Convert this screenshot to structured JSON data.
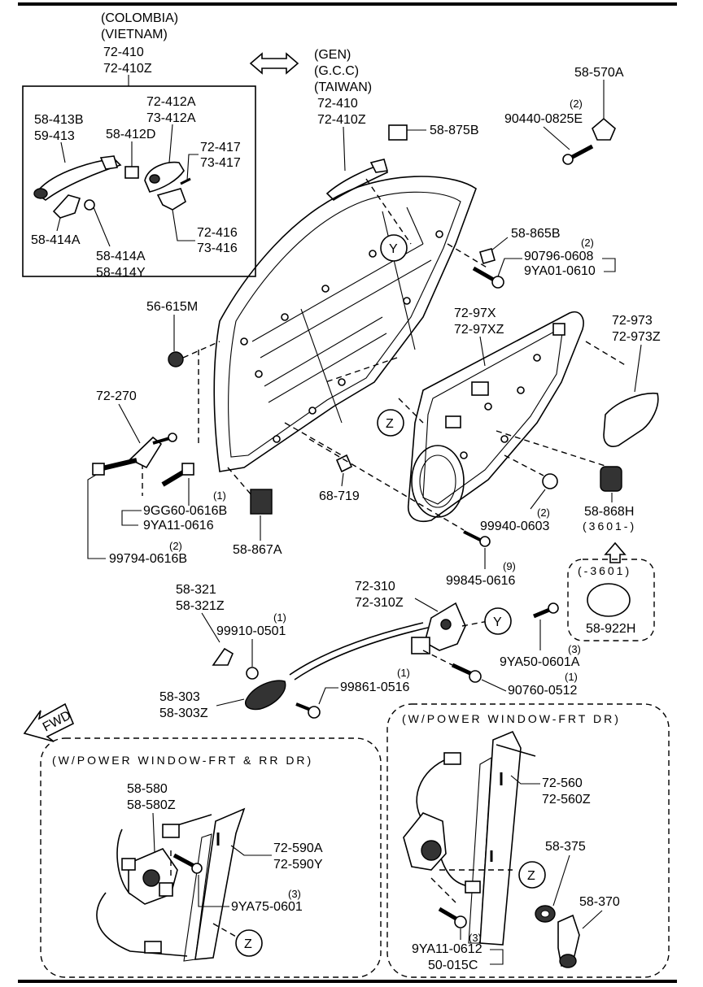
{
  "labels": {
    "region_colombia": "(COLOMBIA)",
    "region_vietnam": "(VIETNAM)",
    "handle_left_1": "72-410",
    "handle_left_2": "72-410Z",
    "region_gen": "(GEN)",
    "region_gcc": "(G.C.C)",
    "region_taiwan": "(TAIWAN)",
    "handle_right_1": "72-410",
    "handle_right_2": "72-410Z",
    "p58_413B": "58-413B",
    "p59_413": "59-413",
    "p58_412D": "58-412D",
    "p72_412A": "72-412A",
    "p73_412A": "73-412A",
    "p72_417": "72-417",
    "p73_417": "73-417",
    "p58_414A_a": "58-414A",
    "p58_414A_b": "58-414A",
    "p58_414Y": "58-414Y",
    "p72_416": "72-416",
    "p73_416": "73-416",
    "p58_875B": "58-875B",
    "p58_570A": "58-570A",
    "p90440_qty": "(2)",
    "p90440": "90440-0825E",
    "p58_865B": "58-865B",
    "p90796_qty": "(2)",
    "p90796": "90796-0608",
    "p9YA01": "9YA01-0610",
    "p56_615M": "56-615M",
    "p72_97X": "72-97X",
    "p72_97XZ": "72-97XZ",
    "p72_973": "72-973",
    "p72_973Z": "72-973Z",
    "p72_270": "72-270",
    "p9GG60_qty": "(1)",
    "p9GG60": "9GG60-0616B",
    "p9YA11_0616": "9YA11-0616",
    "p99794_qty": "(2)",
    "p99794": "99794-0616B",
    "p58_867A": "58-867A",
    "p68_719": "68-719",
    "p99940_qty": "(2)",
    "p99940": "99940-0603",
    "p58_868H": "58-868H",
    "p3601_a": "(3601-)",
    "p3601_b": "(-3601)",
    "p99845_qty": "(9)",
    "p99845": "99845-0616",
    "p58_922H": "58-922H",
    "p58_321": "58-321",
    "p58_321Z": "58-321Z",
    "p99910_qty": "(1)",
    "p99910": "99910-0501",
    "p72_310": "72-310",
    "p72_310Z": "72-310Z",
    "p9YA50_qty": "(3)",
    "p9YA50": "9YA50-0601A",
    "p58_303": "58-303",
    "p58_303Z": "58-303Z",
    "p99861_qty": "(1)",
    "p99861": "99861-0516",
    "p90760_qty": "(1)",
    "p90760": "90760-0512",
    "fwd": "FWD",
    "box_left_title": "(W/POWER WINDOW-FRT & RR DR)",
    "box_right_title": "(W/POWER WINDOW-FRT DR)",
    "p58_580": "58-580",
    "p58_580Z": "58-580Z",
    "p72_590A": "72-590A",
    "p72_590Y": "72-590Y",
    "p9YA75_qty": "(3)",
    "p9YA75": "9YA75-0601",
    "p72_560": "72-560",
    "p72_560Z": "72-560Z",
    "p58_375": "58-375",
    "p58_370": "58-370",
    "p9YA11_0612_qty": "(3)",
    "p9YA11_0612": "9YA11-0612",
    "p50_015C": "50-015C",
    "ref_y": "Y",
    "ref_z": "Z"
  }
}
